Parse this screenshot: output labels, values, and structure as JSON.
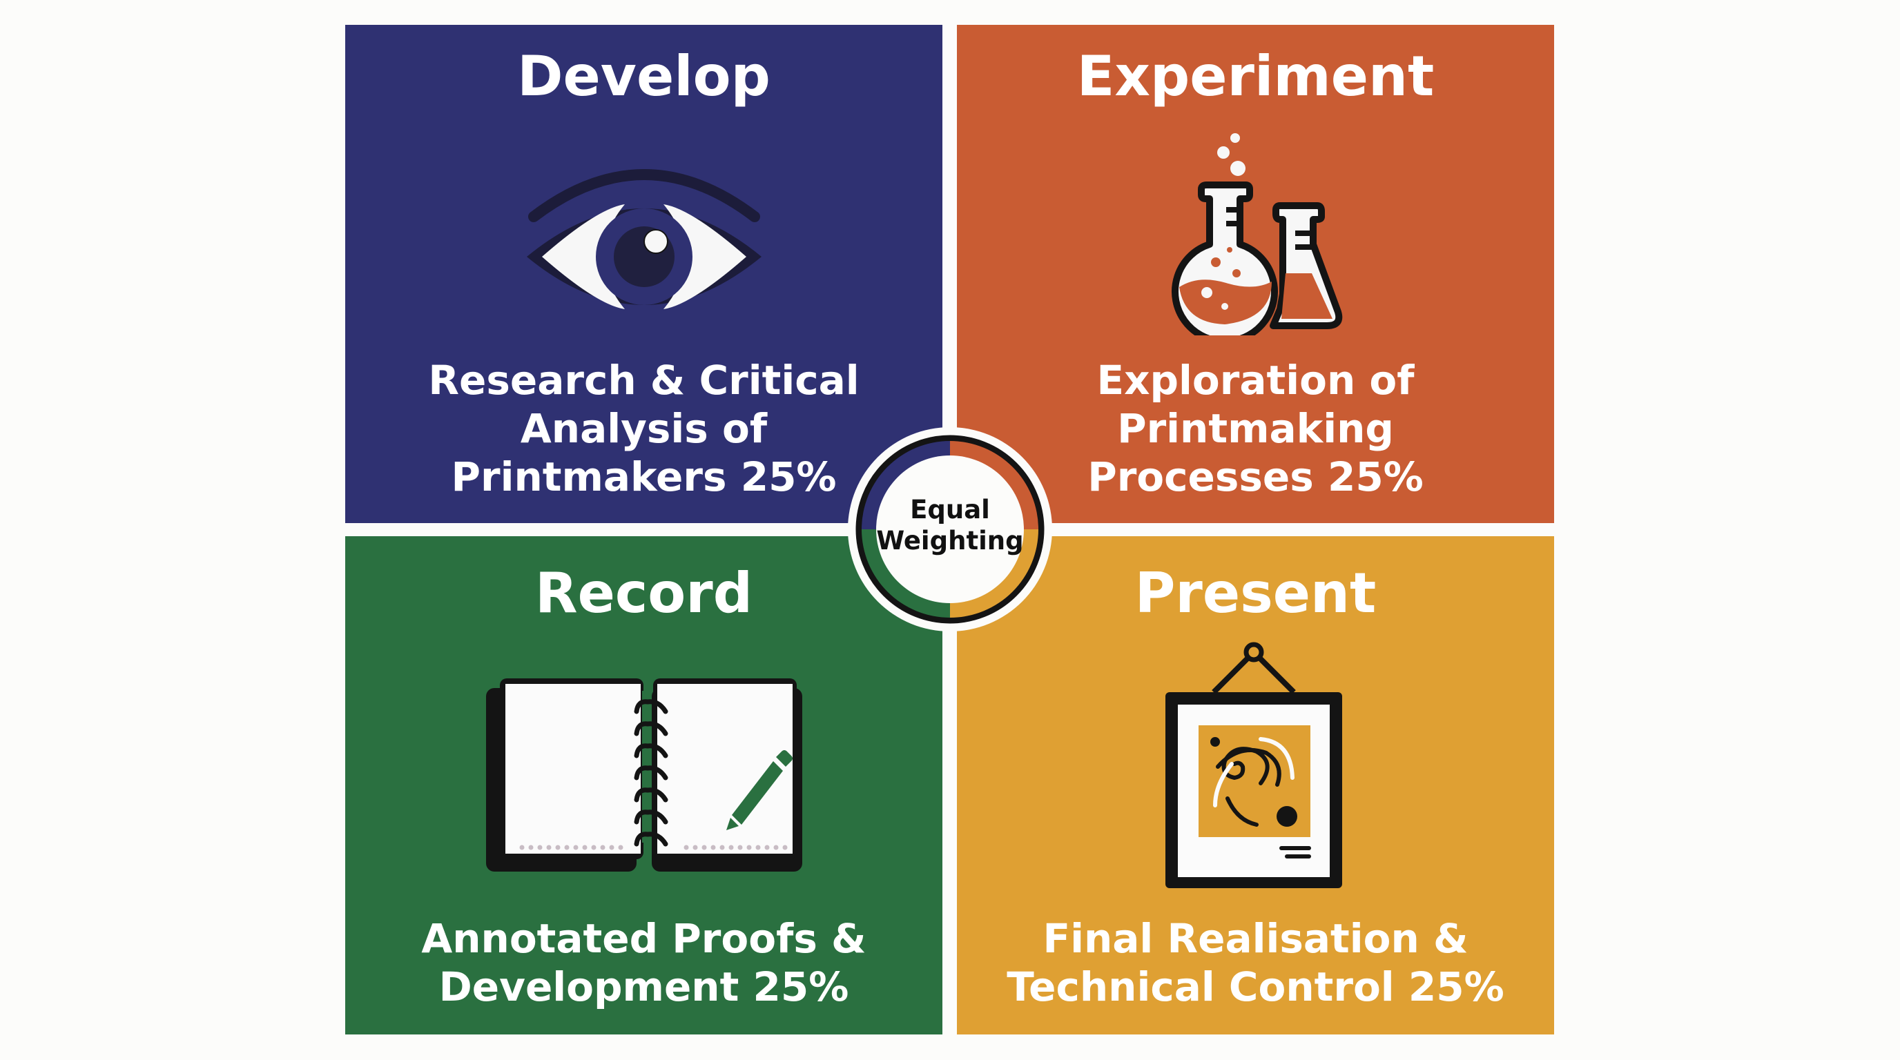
{
  "colors": {
    "background": "#fcfcfa",
    "develop": "#2f3172",
    "experiment": "#c95c33",
    "record": "#2a7040",
    "present": "#dfa033",
    "icon_outline": "#141414",
    "text": "#ffffff"
  },
  "quadrants": [
    {
      "id": "develop",
      "title": "Develop",
      "description": "Research & Critical\nAnalysis of\nPrintmakers 25%",
      "weight_percent": 25,
      "icon": "eye-icon"
    },
    {
      "id": "experiment",
      "title": "Experiment",
      "description": "Exploration of\nPrintmaking\nProcesses 25%",
      "weight_percent": 25,
      "icon": "flasks-icon"
    },
    {
      "id": "record",
      "title": "Record",
      "description": "Annotated Proofs &\nDevelopment 25%",
      "weight_percent": 25,
      "icon": "notebook-pencil-icon"
    },
    {
      "id": "present",
      "title": "Present",
      "description": "Final Realisation &\nTechnical Control 25%",
      "weight_percent": 25,
      "icon": "framed-artwork-icon"
    }
  ],
  "center": {
    "label": "Equal\nWeighting"
  }
}
